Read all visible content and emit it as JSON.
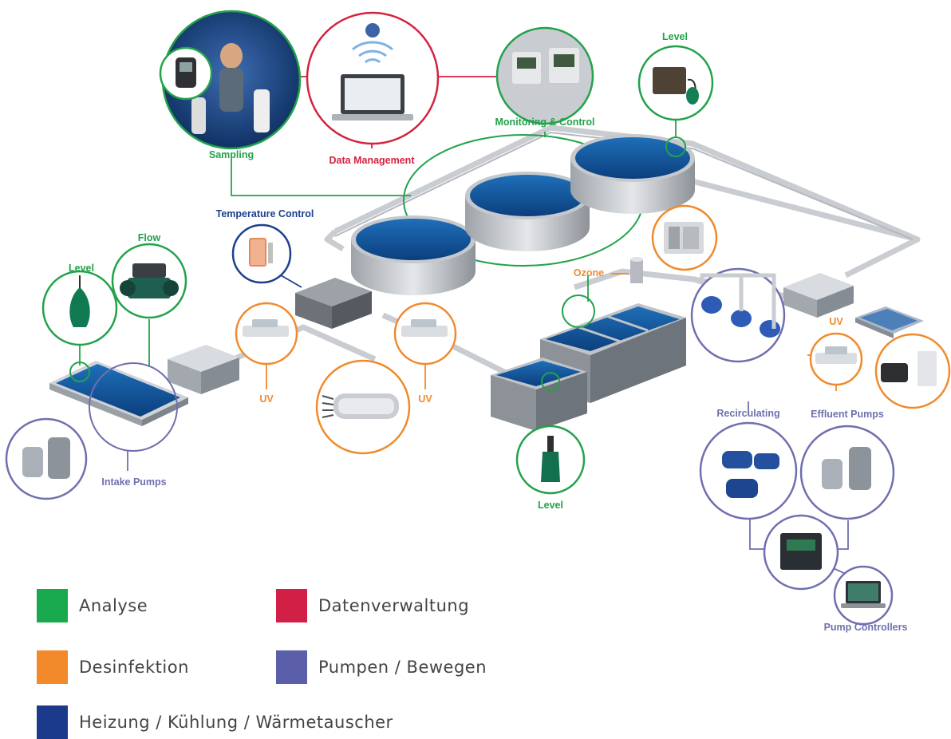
{
  "labels": {
    "sampling": "Sampling",
    "data_management": "Data Management",
    "monitoring_control": "Monitoring & Control",
    "level_top": "Level",
    "temperature_control": "Temperature Control",
    "flow": "Flow",
    "level_left": "Level",
    "uv_left": "UV",
    "uv_mid": "UV",
    "ozone": "Ozone",
    "uv_right": "UV",
    "recirculating": "Recirculating",
    "effluent_pumps": "Effluent Pumps",
    "intake_pumps": "Intake Pumps",
    "level_bottom": "Level",
    "pump_controllers": "Pump Controllers"
  },
  "legend": [
    {
      "label": "Analyse",
      "color": "#18a94f"
    },
    {
      "label": "Datenverwaltung",
      "color": "#d11f45"
    },
    {
      "label": "Desinfektion",
      "color": "#f28a2c"
    },
    {
      "label": "Pumpen / Bewegen",
      "color": "#5b5ea8"
    },
    {
      "label": "Heizung / Kühlung / Wärmetauscher",
      "color": "#1c3a8c"
    }
  ],
  "colors": {
    "analysis": "#22a24a",
    "disinfection": "#f08a2c",
    "data": "#d3223f",
    "pumping": "#6f6fb0",
    "heating": "#1d3f8c"
  }
}
